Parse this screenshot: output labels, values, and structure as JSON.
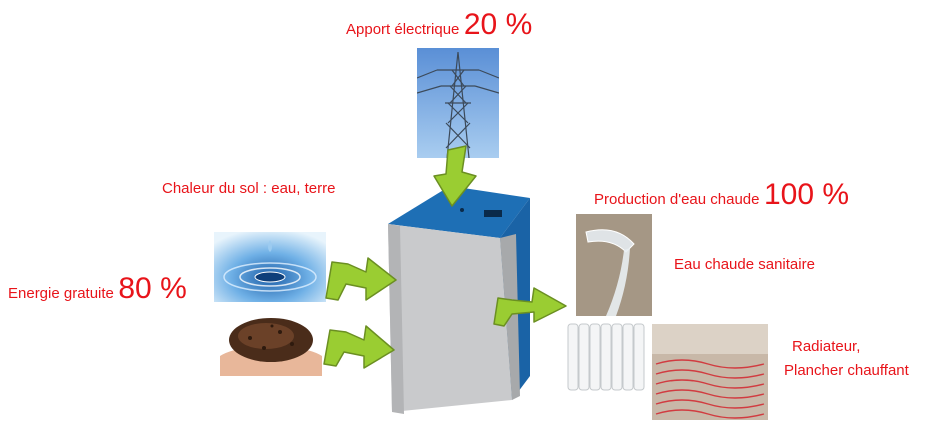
{
  "electric": {
    "label": "Apport  électrique",
    "percent": "20 %"
  },
  "ground_heat": {
    "label": "Chaleur du sol : eau, terre"
  },
  "free_energy": {
    "label": "Energie gratuite",
    "percent": "80 %"
  },
  "hot_water_production": {
    "label": "Production d'eau chaude",
    "percent": "100 %"
  },
  "sanitary": {
    "label": "Eau chaude sanitaire"
  },
  "heating": {
    "line1": "Radiateur,",
    "line2": "Plancher chauffant"
  },
  "colors": {
    "label_red": "#e8141a",
    "arrow_green": "#9acd32",
    "unit_blue": "#1e6fb5",
    "unit_grey": "#c9cacc"
  }
}
